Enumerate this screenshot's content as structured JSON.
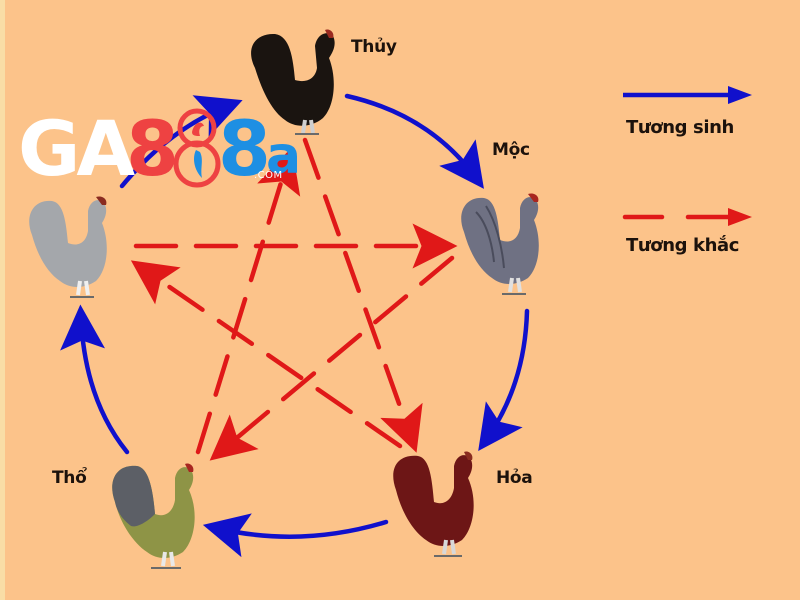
{
  "background_color": "#FCC38A",
  "colors": {
    "generating_arrow": "#1010CC",
    "overcoming_arrow": "#E01818",
    "logo_white": "#FFFFFF",
    "logo_red": "#EE4242",
    "logo_blue": "#1E8FE3",
    "text": "#1C120C"
  },
  "logo": {
    "part_ga": "GA",
    "part_8_red": "8",
    "part_8_ring": "8",
    "part_8_blue": "8",
    "part_a": "a",
    "domain_suffix": ".COM"
  },
  "elements": [
    {
      "id": "thuy",
      "label": "Thủy",
      "rooster_color": "black",
      "position": "top"
    },
    {
      "id": "moc",
      "label": "Mộc",
      "rooster_color": "blue-grey",
      "position": "right"
    },
    {
      "id": "hoa",
      "label": "Hỏa",
      "rooster_color": "dark-red",
      "position": "bottom-right"
    },
    {
      "id": "tho",
      "label": "Thổ",
      "rooster_color": "olive-green",
      "position": "bottom-left"
    },
    {
      "id": "kim",
      "label": "",
      "rooster_color": "light-grey",
      "position": "left"
    }
  ],
  "labels": {
    "thuy": "Thủy",
    "moc": "Mộc",
    "hoa": "Hỏa",
    "tho": "Thổ"
  },
  "legend": {
    "generating": {
      "label": "Tương sinh",
      "style": "solid",
      "color": "#1010CC"
    },
    "overcoming": {
      "label": "Tương khắc",
      "style": "dashed",
      "color": "#E01818"
    }
  },
  "relations": {
    "generating_cycle": [
      {
        "from": "thuy",
        "to": "moc"
      },
      {
        "from": "moc",
        "to": "hoa"
      },
      {
        "from": "hoa",
        "to": "tho"
      },
      {
        "from": "tho",
        "to": "kim"
      },
      {
        "from": "kim",
        "to": "thuy"
      }
    ],
    "overcoming_cycle": [
      {
        "from": "kim",
        "to": "moc"
      },
      {
        "from": "moc",
        "to": "tho"
      },
      {
        "from": "tho",
        "to": "thuy"
      },
      {
        "from": "thuy",
        "to": "hoa"
      },
      {
        "from": "hoa",
        "to": "kim"
      }
    ]
  }
}
